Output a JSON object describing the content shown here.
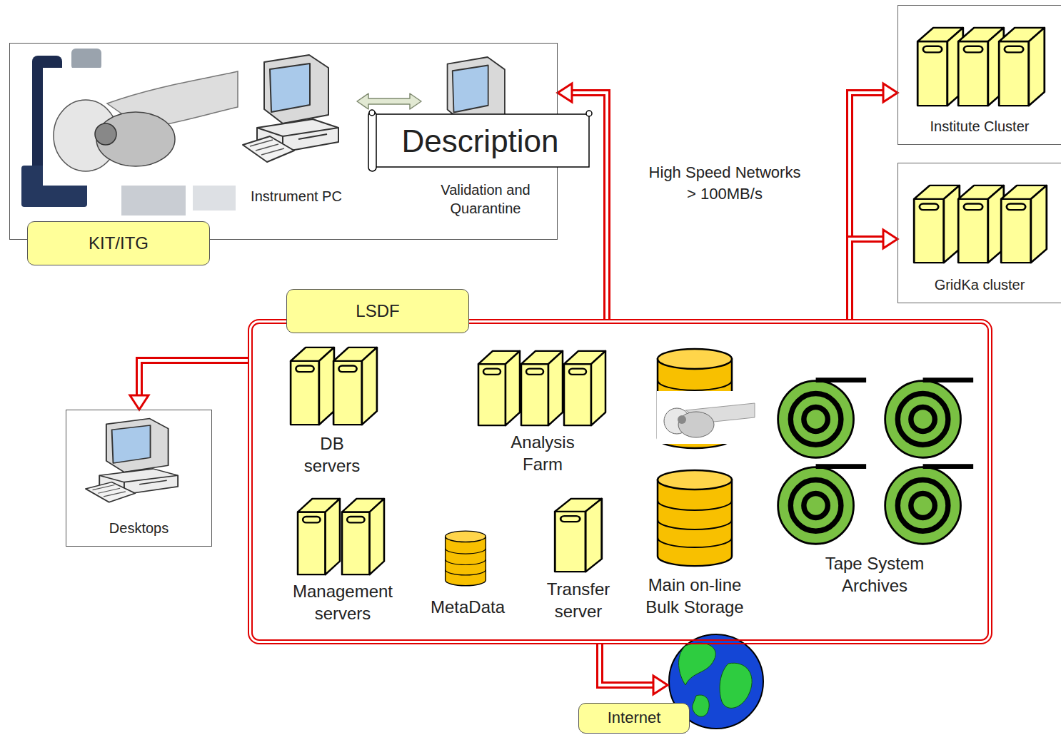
{
  "diagram": {
    "nodes": [
      {
        "text": [
          "KIT/ITG"
        ]
      },
      {
        "text": [
          "Instrument PC"
        ],
        "in": 0
      },
      {
        "text": [
          "Validation and Quarantine"
        ],
        "in": 0
      },
      {
        "text": [
          "Description"
        ]
      },
      {
        "text": [
          "Institute Cluster"
        ]
      },
      {
        "text": [
          "GridKa cluster"
        ]
      },
      {
        "text": [
          "LSDF"
        ]
      },
      {
        "text": [
          "DB servers"
        ],
        "in": 6
      },
      {
        "text": [
          "Analysis Farm"
        ],
        "in": 6
      },
      {
        "text": [
          "Management servers"
        ],
        "in": 6
      },
      {
        "text": [
          "MetaData"
        ],
        "in": 6
      },
      {
        "text": [
          "Transfer server"
        ],
        "in": 6
      },
      {
        "text": [
          "Main on-line Bulk Storage"
        ],
        "in": 6
      },
      {
        "text": [
          "Tape System Archives"
        ],
        "in": 6
      },
      {
        "text": [
          "Desktops"
        ]
      },
      {
        "text": [
          "Internet"
        ]
      }
    ],
    "edges": [
      {
        "from": 1,
        "to": 2,
        "arrow": "both"
      },
      {
        "from": 6,
        "to": 0,
        "arrow": "to"
      },
      {
        "from": 6,
        "to": 4,
        "arrow": "to"
      },
      {
        "from": 6,
        "to": 5,
        "arrow": "to"
      },
      {
        "from": 6,
        "to": 14,
        "arrow": "to"
      },
      {
        "from": 6,
        "to": 15,
        "arrow": "to"
      }
    ],
    "labels": [
      "High Speed Networks",
      "> 100MB/s"
    ]
  }
}
